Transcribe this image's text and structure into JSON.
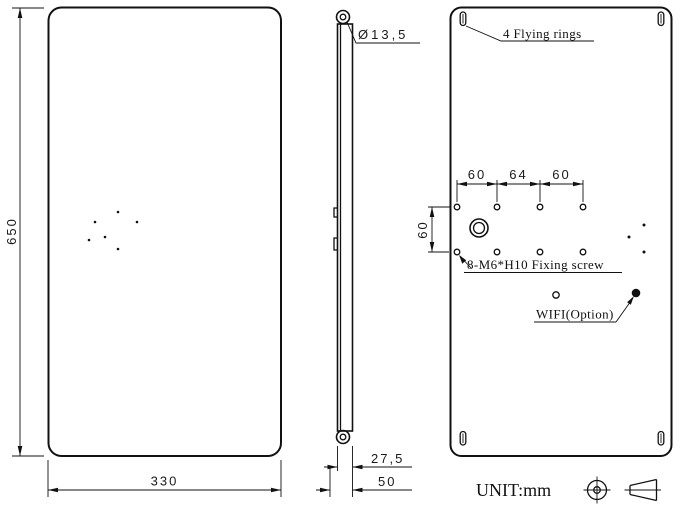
{
  "front_view": {
    "height_dim": "650",
    "width_dim": "330"
  },
  "side_view": {
    "ring_diameter_dim": "Ø13,5",
    "depth_dim": "27,5",
    "total_depth_dim": "50"
  },
  "back_view": {
    "hole_spacing_left": "60",
    "hole_spacing_mid": "64",
    "hole_spacing_right": "60",
    "hole_spacing_vertical": "60",
    "flying_rings_label": "4 Flying rings",
    "fixing_screw_label": "8-M6*H10 Fixing screw",
    "wifi_label": "WIFI(Option)"
  },
  "footer": {
    "unit_label": "UNIT:mm"
  }
}
